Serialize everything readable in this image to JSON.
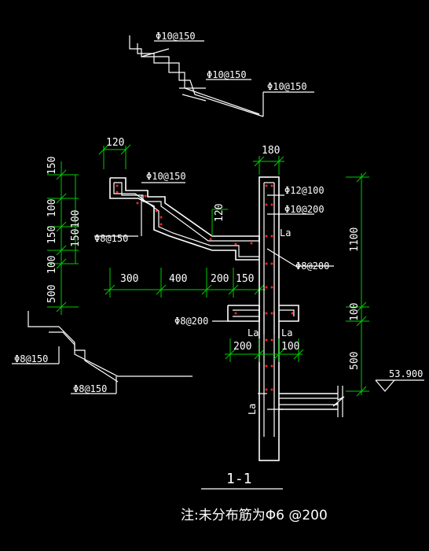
{
  "colors": {
    "background": "#000000",
    "lines": "#ffffff",
    "dimension": "#00cc00",
    "rebar_dots": "#ff2222"
  },
  "top_detail": {
    "rebar_1": "Φ10@150",
    "rebar_2": "Φ10@150",
    "rebar_3": "Φ10@150"
  },
  "left_dims": {
    "d1": "150",
    "d2": "100",
    "d3": "100",
    "d4": "150",
    "d5": "150",
    "d6": "100",
    "d7": "500"
  },
  "canopy": {
    "width_120": "120",
    "rebar_top": "Φ10@150",
    "rebar_left": "Φ8@150",
    "height_120": "120",
    "horiz_dims": [
      "300",
      "400",
      "200",
      "150"
    ]
  },
  "column": {
    "width_180": "180",
    "rebar_1": "Φ12@100",
    "rebar_2": "Φ10@200",
    "rebar_3": "Φ8@200",
    "anchor_1": "La",
    "anchor_2": "La",
    "anchor_3": "La",
    "anchor_4": "La",
    "dim_200": "200",
    "dim_100": "100",
    "right_dims": [
      "1100",
      "100",
      "500"
    ],
    "elevation": "53.900"
  },
  "beam": {
    "rebar": "Φ8@200"
  },
  "lower_detail": {
    "rebar_1": "Φ8@150",
    "rebar_2": "Φ8@150"
  },
  "section_title": "1-1",
  "note": "注:未分布筋为Φ6 @200"
}
